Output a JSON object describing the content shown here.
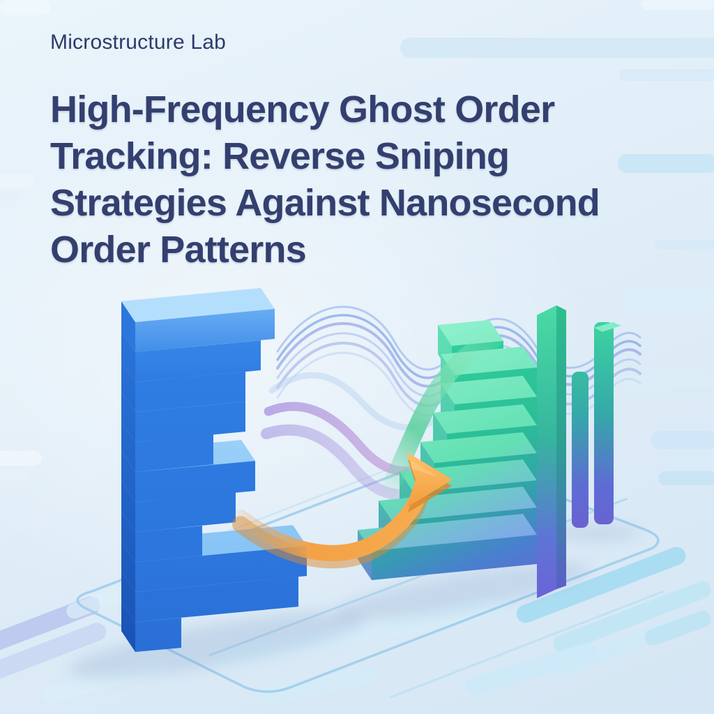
{
  "header": {
    "label": "Microstructure Lab"
  },
  "title": {
    "lines": [
      "High-Frequency Ghost Order",
      "Tracking: Reverse Sniping",
      "Strategies Against Nanosecond",
      "Order Patterns"
    ]
  },
  "illustration": {
    "description": "Isometric 3D scene: a blue stacked bar ladder (order book) emits wavy data streams and an orange arrow that flows right into a rising green-to-indigo staircase of bars, with a tall back slab and two slim vertical bars, all standing on an outlined floor platform with rounded stripes",
    "left_stack": {
      "color_name": "blue",
      "bar_count": 11
    },
    "right_stack": {
      "color_name": "green fading to indigo",
      "step_count": 8,
      "back_slab": 1,
      "slim_vertical_bars": 2
    },
    "flow": {
      "thin_wave_lines": 6,
      "ribbons": 3,
      "arrow_direction": "right"
    }
  },
  "palette": {
    "background": "#E1EEF8",
    "stripe_blue": "#CBE6F6",
    "label_text": "#2D3B6A",
    "title_text": "#33406F",
    "blue_bar_front": "#2F7DE2",
    "blue_bar_top": "#A9D9FB",
    "blue_bar_side": "#1D5EC4",
    "green_bar": "#2FD09C",
    "teal_mid": "#2FA7A6",
    "indigo_base": "#6765D2",
    "arrow_orange": "#F4A648",
    "ribbon_purple": "#A894E2",
    "wave_line_blue": "#8FA9E8",
    "floor_outline": "#9ECDEB"
  }
}
